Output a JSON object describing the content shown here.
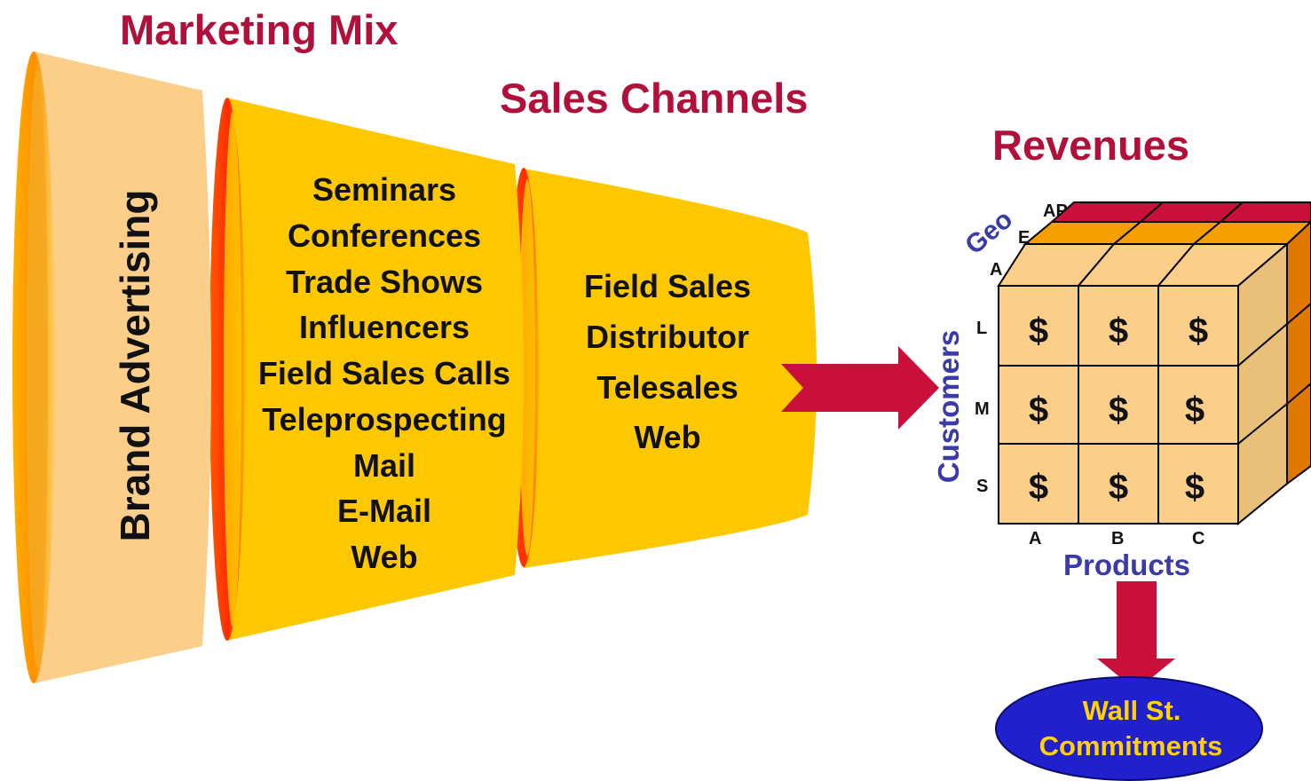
{
  "titles": {
    "marketing_mix": "Marketing Mix",
    "sales_channels": "Sales Channels",
    "revenues": "Revenues"
  },
  "funnel": {
    "brand_advertising": "Brand Advertising",
    "marketing_items": [
      "Seminars",
      "Conferences",
      "Trade Shows",
      "Influencers",
      "Field Sales Calls",
      "Teleprospecting",
      "Mail",
      "E-Mail",
      "Web"
    ],
    "channel_items": [
      "Field Sales",
      "Distributor",
      "Telesales",
      "Web"
    ]
  },
  "cube": {
    "geo_label": "Geo",
    "geo_ticks": [
      "AP",
      "E",
      "A"
    ],
    "customers_label": "Customers",
    "customer_ticks": [
      "L",
      "M",
      "S"
    ],
    "products_label": "Products",
    "product_ticks": [
      "A",
      "B",
      "C"
    ],
    "cell_symbol": "$"
  },
  "outcome": {
    "line1": "Wall St.",
    "line2": "Commitments"
  },
  "colors": {
    "title": "#b0103a",
    "axis": "#3a3aa8",
    "peach": "#fbcf8a",
    "yellow": "#fdc800",
    "cube_face": "#fbcf8a",
    "cube_side": "#e07800",
    "cube_top_back": "#c8103a",
    "arrow": "#c8103a",
    "ellipse": "#2020cc",
    "ellipse_text": "#ffd200"
  }
}
